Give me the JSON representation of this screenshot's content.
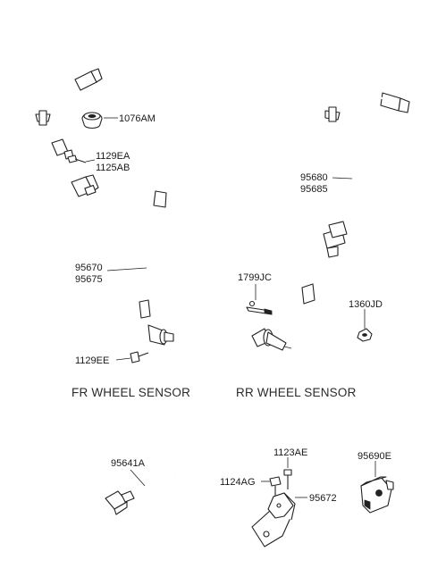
{
  "labels": {
    "fr_clip": "1076AM",
    "fr_bolt_a": "1129EA",
    "fr_bolt_b": "1125AB",
    "fr_sensor_a": "95670",
    "fr_sensor_b": "95675",
    "fr_bolt_bottom": "1129EE",
    "rr_sensor_a": "95680",
    "rr_sensor_b": "95685",
    "rr_clip": "1799JC",
    "rr_nut": "1360JD",
    "ext_harness": "95641A",
    "bolt_top": "1123AE",
    "bolt_left": "1124AG",
    "bracket": "95672",
    "connector": "95690E"
  },
  "captions": {
    "front": "FR WHEEL SENSOR",
    "rear": "RR WHEEL SENSOR"
  }
}
